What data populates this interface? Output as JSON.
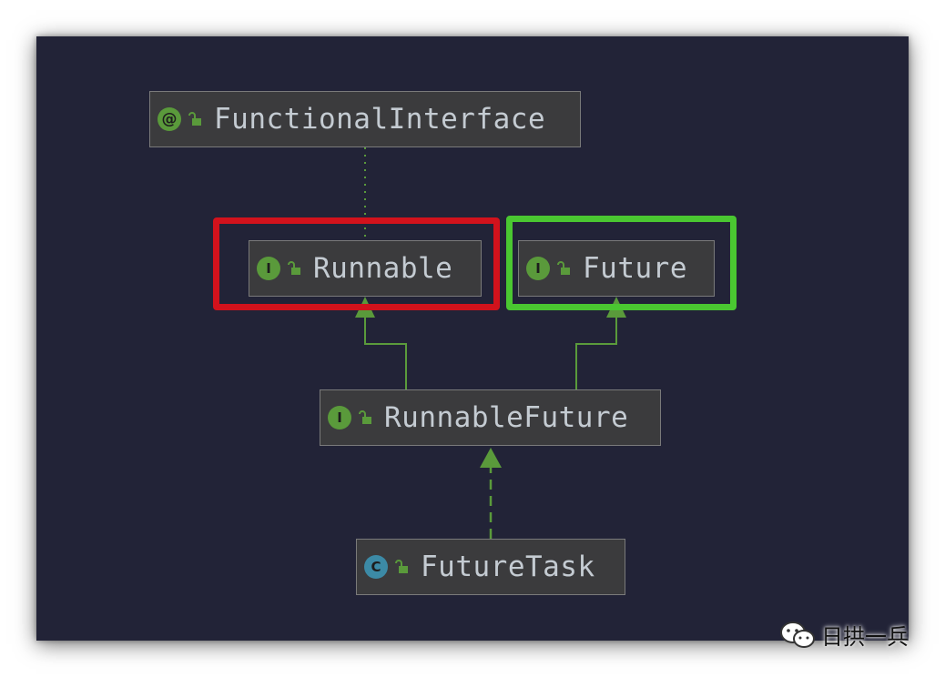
{
  "diagram": {
    "nodes": [
      {
        "id": "functional-interface",
        "label": "FunctionalInterface",
        "kind": "annotation",
        "badge": "@"
      },
      {
        "id": "runnable",
        "label": "Runnable",
        "kind": "interface",
        "badge": "I"
      },
      {
        "id": "future",
        "label": "Future",
        "kind": "interface",
        "badge": "I"
      },
      {
        "id": "runnable-future",
        "label": "RunnableFuture",
        "kind": "interface",
        "badge": "I"
      },
      {
        "id": "future-task",
        "label": "FutureTask",
        "kind": "class",
        "badge": "C"
      }
    ],
    "edges": [
      {
        "from": "runnable",
        "to": "functional-interface",
        "style": "dotted"
      },
      {
        "from": "runnable-future",
        "to": "runnable",
        "style": "solid-extends"
      },
      {
        "from": "runnable-future",
        "to": "future",
        "style": "solid-extends"
      },
      {
        "from": "future-task",
        "to": "runnable-future",
        "style": "dashed-implements"
      }
    ],
    "highlights": [
      {
        "target": "runnable",
        "color": "#d2121c"
      },
      {
        "target": "future",
        "color": "#4ac731"
      }
    ]
  },
  "colors": {
    "background": "#222337",
    "node_fill": "#3b3b3d",
    "node_border": "#7a7a7a",
    "edge": "#5a9a3b",
    "interface_badge": "#5a9a3b",
    "class_badge": "#3c8aa6",
    "label_text": "#c4cbd2"
  },
  "watermark": {
    "icon": "wechat-icon",
    "text": "日拱一兵"
  }
}
